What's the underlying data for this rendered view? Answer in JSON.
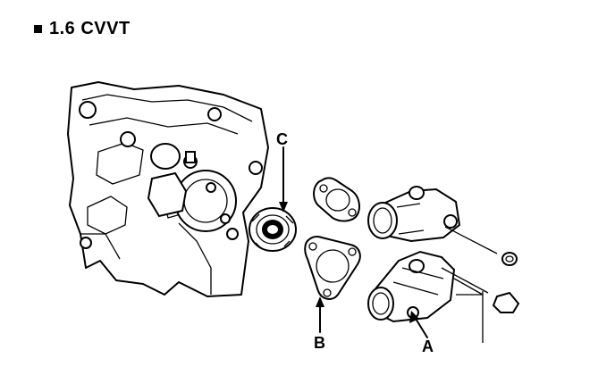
{
  "header": {
    "title": "1.6 CVVT"
  },
  "callouts": {
    "a": "A",
    "b": "B",
    "c": "C"
  },
  "icons": {
    "bullet": "square-bullet-icon"
  },
  "colors": {
    "line": "#000000",
    "background": "#ffffff"
  }
}
